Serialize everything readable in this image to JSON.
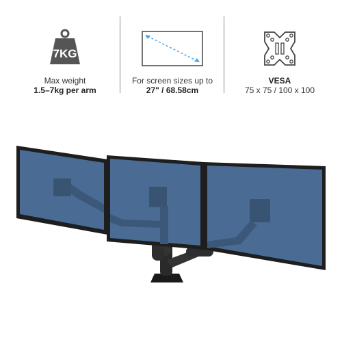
{
  "specs": [
    {
      "icon": "weight-icon",
      "icon_text": "7KG",
      "line1": "Max weight",
      "line2": "1.5–7kg per arm"
    },
    {
      "icon": "screen-size-icon",
      "line1": "For screen sizes up to",
      "line2": "27\" / 68.58cm"
    },
    {
      "icon": "vesa-plate-icon",
      "line1": "VESA",
      "line2": "75 x 75 / 100 x 100"
    }
  ],
  "colors": {
    "screen": "#4a6b93",
    "bezel": "#1e1e1e",
    "arm": "#2a2a2a",
    "accent": "#3fa9f5",
    "divider": "#8a8a8a"
  },
  "product_image": "triple-monitor-arm-product"
}
